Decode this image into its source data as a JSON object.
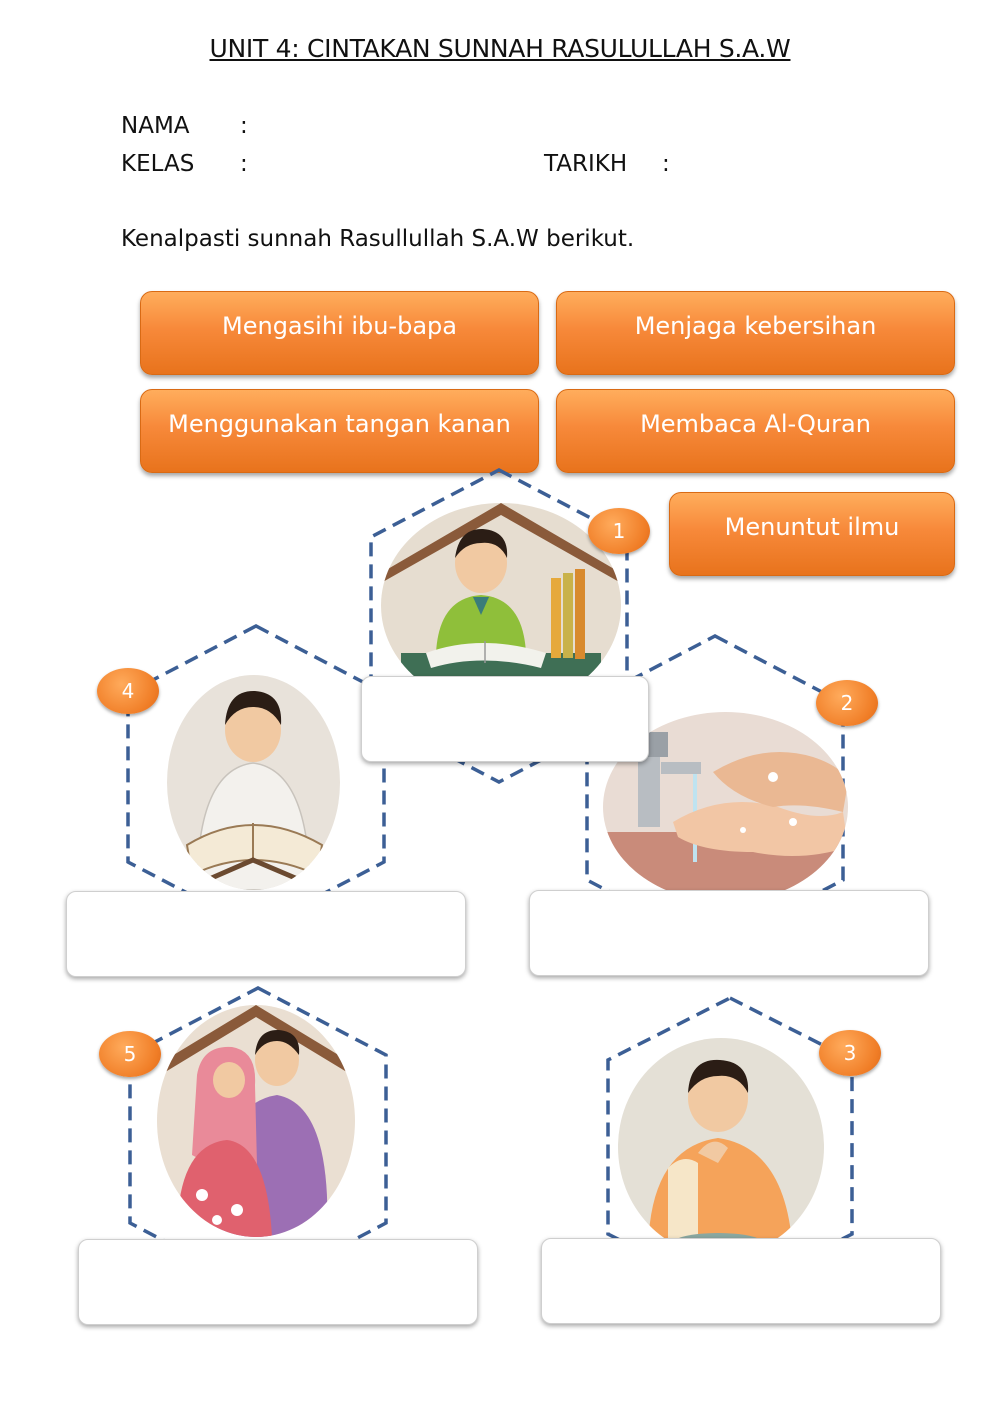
{
  "title": "UNIT 4: CINTAKAN SUNNAH RASULULLAH S.A.W",
  "fields": {
    "nama_label": "NAMA",
    "kelas_label": "KELAS",
    "tarikh_label": "TARIKH",
    "colon": ":"
  },
  "instruction": "Kenalpasti sunnah Rasullullah S.A.W berikut.",
  "answers": [
    "Mengasihi ibu-bapa",
    "Menjaga kebersihan",
    "Menggunakan tangan kanan",
    "Membaca Al-Quran",
    "Menuntut ilmu"
  ],
  "badges": [
    "1",
    "2",
    "3",
    "4",
    "5"
  ],
  "colors": {
    "button_orange": "#f7893a",
    "hex_dash": "#3c5f95"
  },
  "icons": [
    "boy-studying-icon",
    "handwashing-icon",
    "boy-eating-icon",
    "boy-reading-quran-icon",
    "family-hug-icon"
  ]
}
